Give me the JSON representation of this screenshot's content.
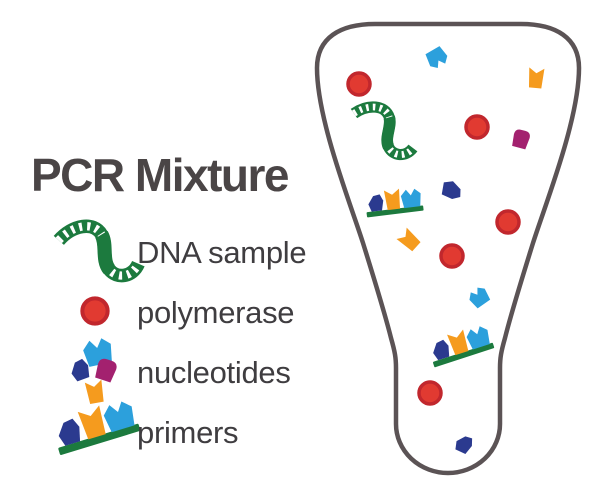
{
  "title": "PCR Mixture",
  "legend": {
    "items": [
      {
        "label": "DNA sample",
        "icon": "dna-sample-icon"
      },
      {
        "label": "polymerase",
        "icon": "polymerase-icon"
      },
      {
        "label": "nucleotides",
        "icon": "nucleotides-icon"
      },
      {
        "label": "primers",
        "icon": "primers-icon"
      }
    ]
  },
  "tube": {
    "name": "pcr-tube",
    "contents": {
      "dna_sample": 1,
      "polymerase": 5,
      "primers": 2,
      "nucleotides": 7
    }
  },
  "colors": {
    "background": "#ffffff",
    "title-text": "#4a4546",
    "label-text": "#3f3d40",
    "tube-outline": "#5b5355",
    "dna-green": "#1c7a3e",
    "polymerase-red": "#e13a31",
    "polymerase-dark-red": "#c1272d",
    "nucleotide-lightblue": "#2ca0dc",
    "nucleotide-darkblue": "#2b3a8f",
    "nucleotide-orange": "#f59b1e",
    "nucleotide-magenta": "#a3216f"
  }
}
